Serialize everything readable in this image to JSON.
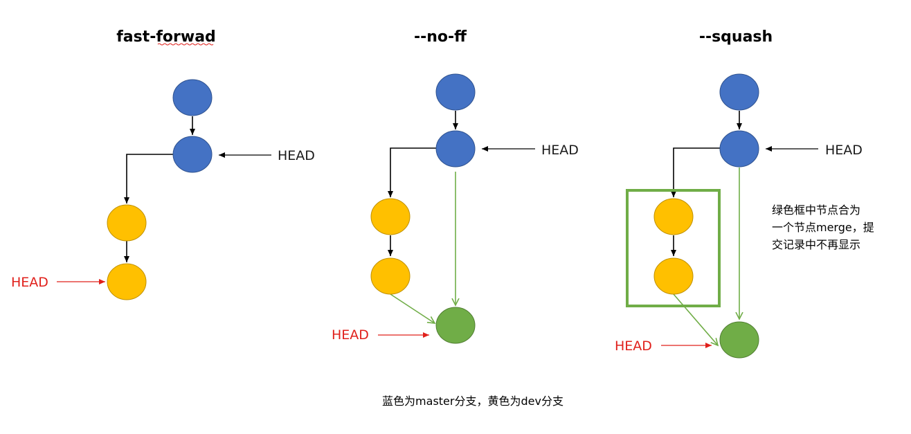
{
  "titles": {
    "fast_forward": "fast-forwad",
    "no_ff": "--no-ff",
    "squash": "--squash"
  },
  "labels": {
    "head": "HEAD"
  },
  "squash_note": {
    "line1": "绿色框中节点合为",
    "line2": "一个节点merge，提",
    "line3": "交记录中不再显示"
  },
  "caption": "蓝色为master分支，黄色为dev分支",
  "colors": {
    "master_node": "#4472C4",
    "master_node_border": "#2F528F",
    "dev_node": "#FFC000",
    "dev_node_border": "#BF9000",
    "merge_node": "#70AD47",
    "merge_node_border": "#507E32",
    "merge_arrow": "#70AD47",
    "squash_box": "#70AD47",
    "head_black": "#1a1a1a",
    "head_red": "#E0201B",
    "spellcheck_underline": "#E0201B"
  }
}
